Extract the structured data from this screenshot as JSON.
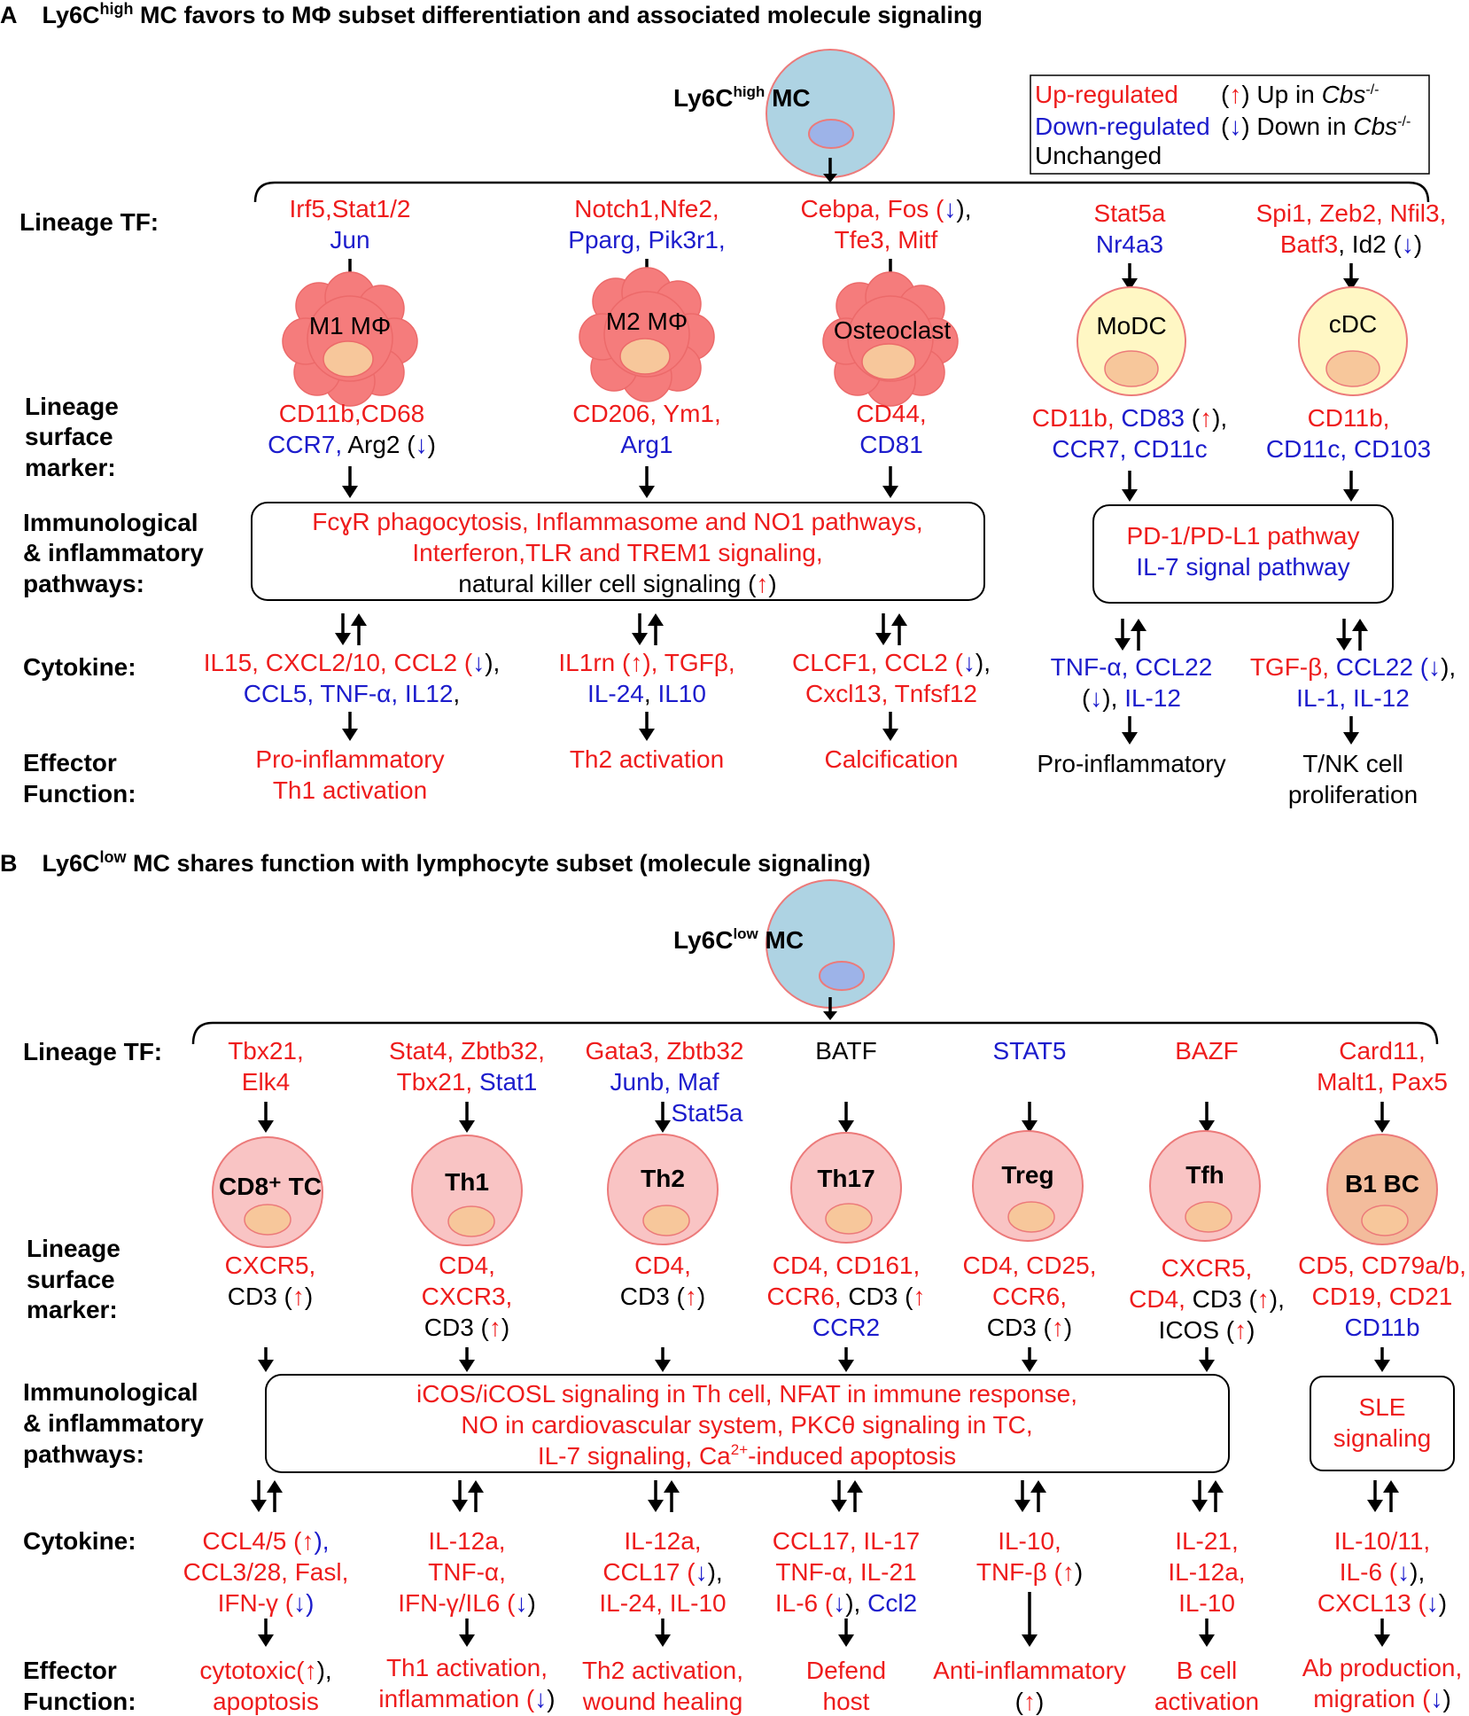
{
  "colors": {
    "up": "#ee1c1c",
    "down": "#1c1ccc",
    "neutral": "#000000",
    "mono_fill": "#aed3e3",
    "mono_nucleus": "#9db3e8",
    "mac_fill": "#f57c7c",
    "dc_fill": "#fff7c4",
    "lymph_fill": "#f9c4c4",
    "b1_fill": "#f3bc9c",
    "nucleus_fill": "#f7c79b"
  },
  "legend": {
    "up": "Up-regulated",
    "down": "Down-regulated",
    "unchanged": "Unchanged",
    "up_note_pre": "(",
    "up_arrow": "↑",
    "up_note_post": ") Up in ",
    "up_gene": "Cbs",
    "down_note_pre": "(",
    "down_arrow": "↓",
    "down_note_post": ") Down in ",
    "down_gene": "Cbs",
    "ko": "-/-"
  },
  "panel_a": {
    "letter": "A",
    "title_pre": "Ly6C",
    "title_sup": "high",
    "title_post": " MC favors to MΦ subset differentiation and associated molecule signaling",
    "mono_pre": "Ly6C",
    "mono_sup": "high",
    "mono_post": " MC",
    "labels": {
      "tf": "Lineage TF:",
      "marker1": "Lineage",
      "marker2": "surface",
      "marker3": "marker:",
      "path1": "Immunological",
      "path2": "& inflammatory",
      "path3": "pathways:",
      "cyto": "Cytokine:",
      "eff1": "Effector",
      "eff2": "Function:"
    },
    "cells": [
      "M1 MΦ",
      "M2 MΦ",
      "Osteoclast",
      "MoDC",
      "cDC"
    ],
    "pathway_box": {
      "l1": "FcɣR phagocytosis, Inflammasome and NO1 pathways,",
      "l2": "Interferon,TLR and TREM1 signaling,",
      "l3a": "natural killer cell signaling (",
      "l3b": "↑",
      "l3c": ")"
    },
    "pathway_box2": {
      "l1": "PD-1/PD-L1 pathway",
      "l2": "IL-7 signal pathway"
    }
  },
  "panel_b": {
    "letter": "B",
    "title_pre": "Ly6C",
    "title_sup": "low",
    "title_post": " MC shares function with lymphocyte subset (molecule signaling)",
    "mono_pre": "Ly6C",
    "mono_sup": "low",
    "mono_post": " MC",
    "labels": {
      "tf": "Lineage TF:",
      "marker1": "Lineage",
      "marker2": "surface",
      "marker3": "marker:",
      "path1": "Immunological",
      "path2": "& inflammatory",
      "path3": "pathways:",
      "cyto": "Cytokine:",
      "eff1": "Effector",
      "eff2": "Function:"
    },
    "cells": [
      "CD8⁺ TC",
      "Th1",
      "Th2",
      "Th17",
      "Treg",
      "Tfh",
      "B1 BC"
    ],
    "pathway_box": {
      "l1": "iCOS/iCOSL signaling in Th cell, NFAT in immune response,",
      "l2": "NO in cardiovascular system, PKCθ signaling in TC,",
      "l3a": "IL-7 signaling, Ca",
      "l3sup": "2+",
      "l3b": "-induced apoptosis"
    },
    "pathway_box2": {
      "l1": "SLE",
      "l2": "signaling"
    }
  }
}
